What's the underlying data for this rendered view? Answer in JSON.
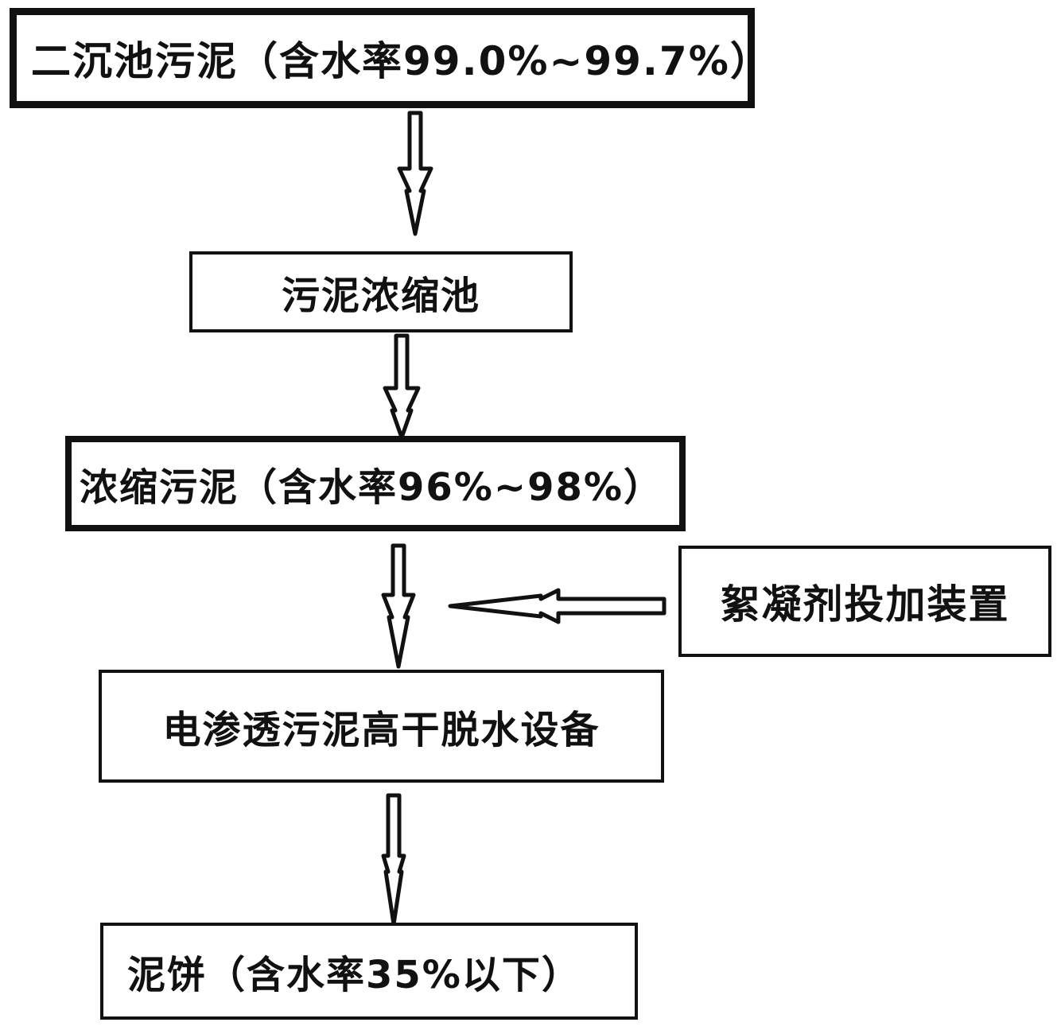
{
  "flow": {
    "step1": "二沉池污泥（含水率99.0%~99.7%）",
    "step2": "污泥浓缩池",
    "step3": "浓缩污泥（含水率96%~98%）",
    "step4": "电渗透污泥高干脱水设备",
    "step5": "泥饼（含水率35%以下）"
  },
  "side_input": {
    "label": "絮凝剂投加装置"
  }
}
